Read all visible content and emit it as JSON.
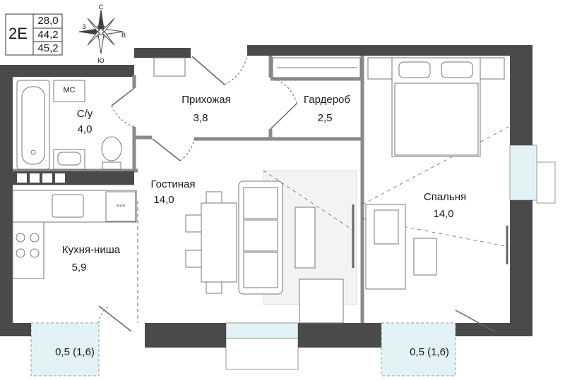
{
  "apartment": {
    "code": "2E",
    "areas": [
      "28,0",
      "44,2",
      "45,2"
    ]
  },
  "compass": {
    "n": "С",
    "s": "Ю",
    "w": "З",
    "e": "В"
  },
  "rooms": {
    "bathroom": {
      "name": "С/у",
      "area": "4,0"
    },
    "hallway": {
      "name": "Прихожая",
      "area": "3,8"
    },
    "wardrobe": {
      "name": "Гардероб",
      "area": "2,5"
    },
    "living": {
      "name": "Гостиная",
      "area": "14,0"
    },
    "bedroom": {
      "name": "Спальня",
      "area": "14,0"
    },
    "kitchen": {
      "name": "Кухня-ниша",
      "area": "5,9"
    }
  },
  "balconies": {
    "left": "0,5 (1,6)",
    "right": "0,5 (1,6)"
  },
  "fixtures": {
    "washer_label": "МС",
    "stove_marks": "***"
  },
  "colors": {
    "wall": "#4a4a4a",
    "line": "#8a8a8a",
    "glass": "#e3f2f6",
    "carpet": "#f3f3f3"
  }
}
